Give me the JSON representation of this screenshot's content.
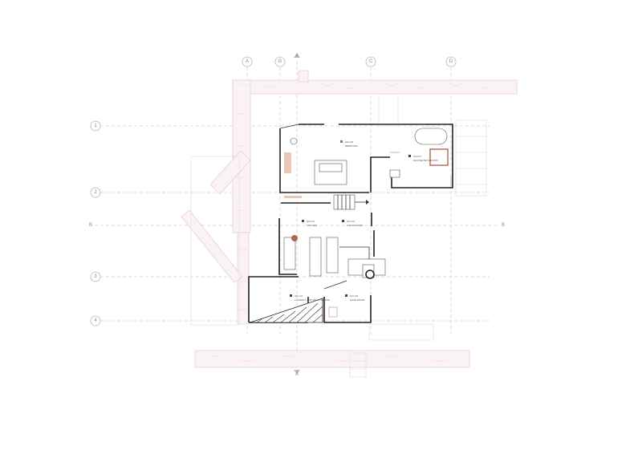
{
  "grid": {
    "columns": [
      "A",
      "B",
      "C",
      "D"
    ],
    "rows": [
      "1",
      "2",
      "B",
      "3",
      "4"
    ]
  },
  "section_marker": "A",
  "rooms": [
    {
      "code": "GF1.06",
      "name": "BEDROOM"
    },
    {
      "code": "GF1.07",
      "name": "MASTER BATHROOM"
    },
    {
      "code": "GF1.03",
      "name": "KITCHEN"
    },
    {
      "code": "GF1.02",
      "name": "LIVING ROOM"
    },
    {
      "code": "GF1.04",
      "name": "LAUNDRY / DRYING STORAGE"
    },
    {
      "code": "GF1.05",
      "name": "GATE ROOM"
    }
  ],
  "colors": {
    "accent": "#b5654f",
    "stone": "#e4caca",
    "grid": "#cfcfcf"
  }
}
